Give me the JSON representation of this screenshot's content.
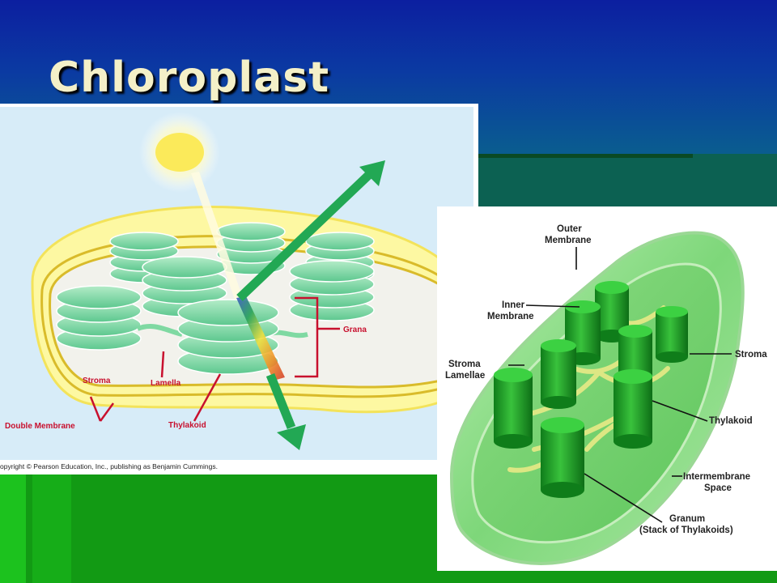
{
  "slide": {
    "title": "Chloroplast"
  },
  "left_figure": {
    "labels": {
      "grana": "Grana",
      "stroma": "Stroma",
      "lamella": "Lamella",
      "thylakoid": "Thylakoid",
      "double_membrane": "Double Membrane"
    },
    "copyright": "opyright © Pearson Education, Inc., publishing as Benjamin Cummings.",
    "colors": {
      "label_red": "#c8102e",
      "arrow_green": "#22a854",
      "sky": "#d7ecf8"
    }
  },
  "right_figure": {
    "labels": {
      "outer_membrane_1": "Outer",
      "outer_membrane_2": "Membrane",
      "inner_membrane_1": "Inner",
      "inner_membrane_2": "Membrane",
      "stroma": "Stroma",
      "stroma_lamellae_1": "Stroma",
      "stroma_lamellae_2": "Lamellae",
      "thylakoid": "Thylakoid",
      "intermembrane_1": "Intermembrane",
      "intermembrane_2": "Space",
      "granum_1": "Granum",
      "granum_2": "(Stack of Thylakoids)"
    }
  }
}
